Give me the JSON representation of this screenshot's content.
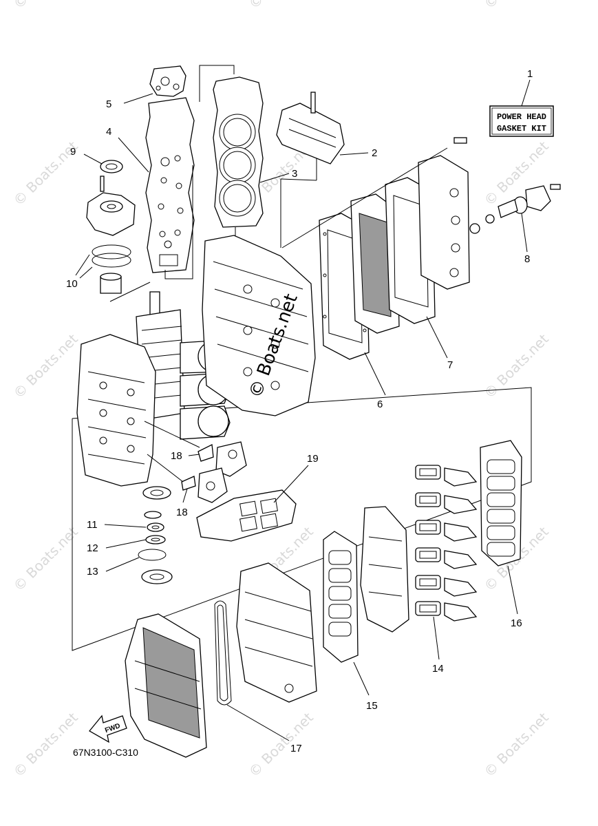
{
  "diagram": {
    "kit_label_line1": "POWER HEAD",
    "kit_label_line2": "GASKET KIT",
    "part_code": "67N3100-C310",
    "fwd_label": "FWD",
    "watermark": "© Boats.net",
    "callouts": [
      "1",
      "2",
      "3",
      "4",
      "5",
      "6",
      "7",
      "8",
      "9",
      "10",
      "11",
      "12",
      "13",
      "14",
      "15",
      "16",
      "17",
      "18",
      "18",
      "19"
    ]
  }
}
